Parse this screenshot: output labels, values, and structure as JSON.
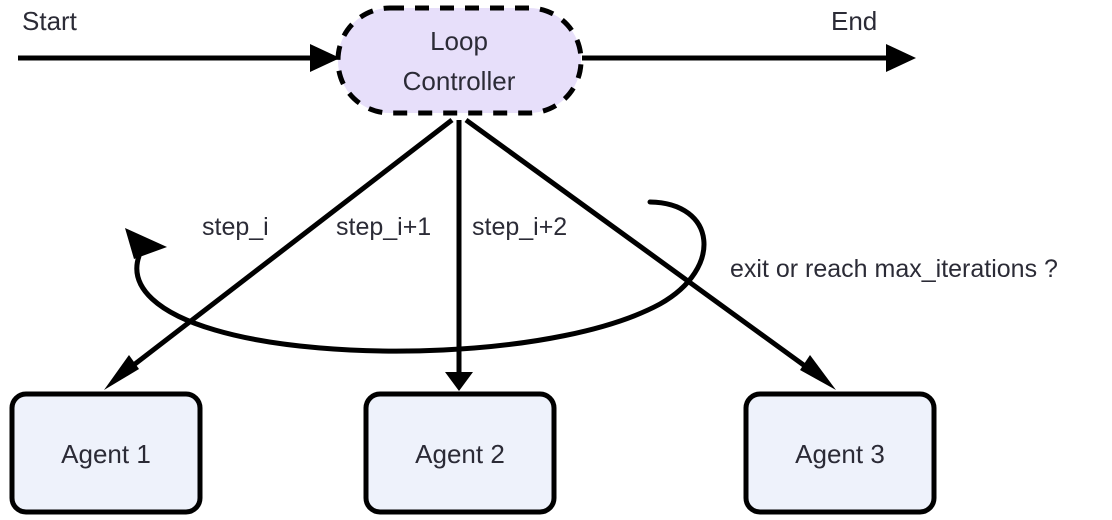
{
  "diagram": {
    "title_present": false,
    "background_color": "#ffffff",
    "colors": {
      "controller_fill": "#e7dffa",
      "agent_fill": "#eef2fb",
      "stroke": "#000000",
      "text": "#2b2b36"
    },
    "endpoints": {
      "start_label": "Start",
      "end_label": "End"
    },
    "controller": {
      "line1": "Loop",
      "line2": "Controller",
      "shape": "stadium",
      "border_style": "dashed"
    },
    "edge_labels": [
      {
        "id": "step-i",
        "text": "step_i"
      },
      {
        "id": "step-i-plus-1",
        "text": "step_i+1"
      },
      {
        "id": "step-i-plus-2",
        "text": "step_i+2"
      }
    ],
    "loop_condition_label": "exit or reach max_iterations ?",
    "agents": [
      {
        "id": "agent-1",
        "label": "Agent 1"
      },
      {
        "id": "agent-2",
        "label": "Agent 2"
      },
      {
        "id": "agent-3",
        "label": "Agent 3"
      }
    ]
  }
}
